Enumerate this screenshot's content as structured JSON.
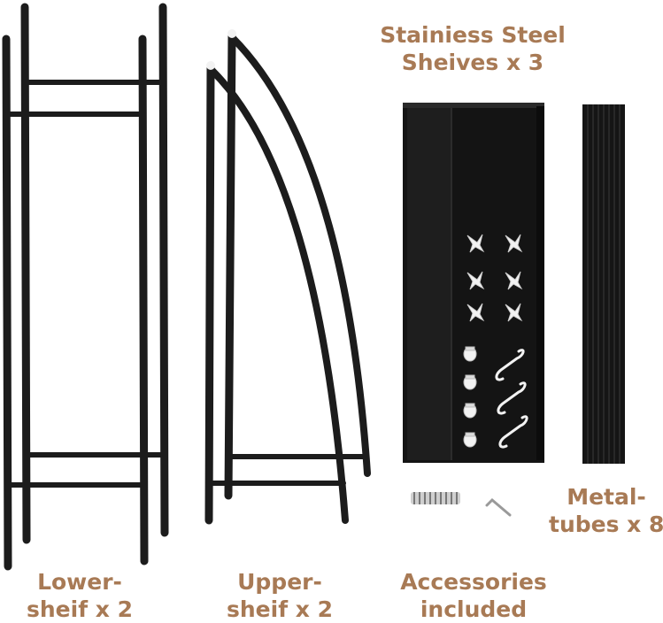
{
  "colors": {
    "label_text": "#a87a55",
    "metal": "#1c1c1c",
    "background": "#ffffff",
    "plastic_parts": "#f2f2f2"
  },
  "labels": {
    "lower_shelf": {
      "line1": "Lower-",
      "line2": "sheif x 2"
    },
    "upper_shelf": {
      "line1": "Upper-",
      "line2": "sheif x 2"
    },
    "steel_shelves": {
      "line1": "Stainiess Steel",
      "line2": "Sheives x 3"
    },
    "metal_tubes": {
      "line1": "Metal-",
      "line2": "tubes x 8"
    },
    "accessories": {
      "line1": "Accessories",
      "line2": "included"
    }
  },
  "parts": [
    {
      "name": "lower-shelf-frame",
      "count": 2
    },
    {
      "name": "upper-shelf-frame",
      "count": 2
    },
    {
      "name": "steel-shelf",
      "count": 3
    },
    {
      "name": "metal-tube",
      "count": 8
    },
    {
      "name": "shelf-clip",
      "count": 6
    },
    {
      "name": "foot-cap",
      "count": 4
    },
    {
      "name": "s-hook",
      "count": 3
    }
  ],
  "icons": [
    "spring-icon",
    "allen-key-icon",
    "s-hook-icon",
    "shelf-clip-icon",
    "foot-cap-icon"
  ]
}
